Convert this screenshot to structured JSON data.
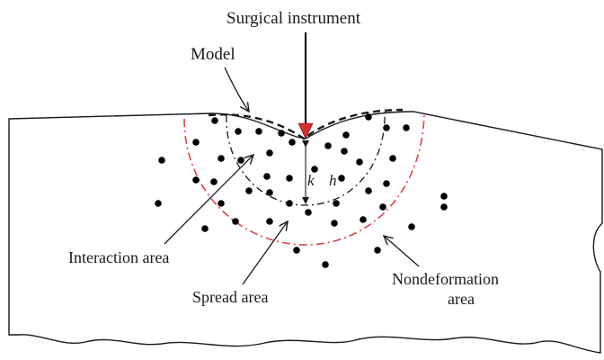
{
  "labels": {
    "surgical_instrument": "Surgical instrument",
    "model": "Model",
    "interaction_area": "Interaction area",
    "spread_area": "Spread area",
    "nondeformation_line1": "Nondeformation",
    "nondeformation_line2": "area",
    "depth_k": "k",
    "depth_h": "h"
  },
  "colors": {
    "outline": "#1a1a1a",
    "spread_boundary": "#d9434a",
    "instrument_tip": "#d62f2f",
    "particle": "#000000"
  }
}
